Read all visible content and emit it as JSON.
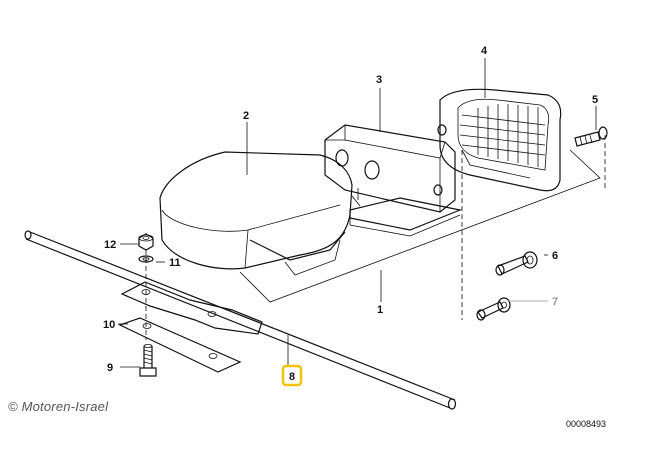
{
  "callouts": [
    {
      "id": "1",
      "label": "1"
    },
    {
      "id": "2",
      "label": "2"
    },
    {
      "id": "3",
      "label": "3"
    },
    {
      "id": "4",
      "label": "4"
    },
    {
      "id": "5",
      "label": "5"
    },
    {
      "id": "6",
      "label": "6"
    },
    {
      "id": "7",
      "label": "7"
    },
    {
      "id": "8",
      "label": "8"
    },
    {
      "id": "9",
      "label": "9"
    },
    {
      "id": "10",
      "label": "10"
    },
    {
      "id": "11",
      "label": "11"
    },
    {
      "id": "12",
      "label": "12"
    }
  ],
  "highlighted_callout": "8",
  "highlight_color": "#f2c200",
  "watermark": "© Motoren-Israel",
  "drawing_number": "00008493"
}
